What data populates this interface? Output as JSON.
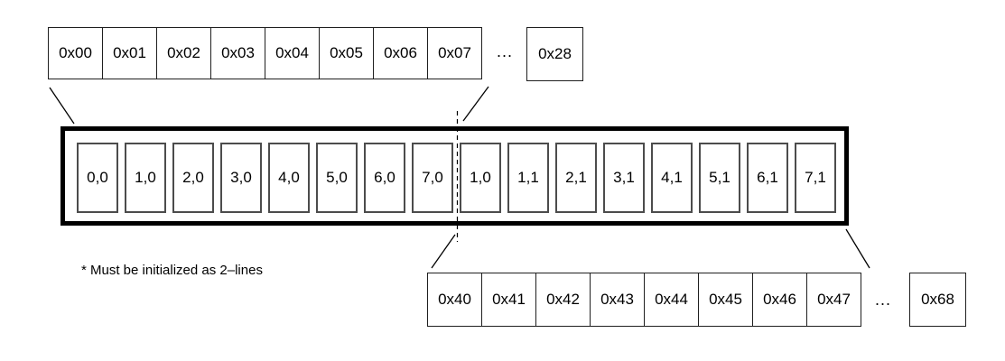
{
  "diagram": {
    "top_row": {
      "cells": [
        "0x00",
        "0x01",
        "0x02",
        "0x03",
        "0x04",
        "0x05",
        "0x06",
        "0x07"
      ],
      "ellipsis": "...",
      "detached_cell": "0x28"
    },
    "main_box": {
      "cells": [
        "0,0",
        "1,0",
        "2,0",
        "3,0",
        "4,0",
        "5,0",
        "6,0",
        "7,0",
        "1,0",
        "1,1",
        "2,1",
        "3,1",
        "4,1",
        "5,1",
        "6,1",
        "7,1"
      ]
    },
    "bottom_row": {
      "cells": [
        "0x40",
        "0x41",
        "0x42",
        "0x43",
        "0x44",
        "0x45",
        "0x46",
        "0x47"
      ],
      "ellipsis": "...",
      "detached_cell": "0x68"
    },
    "note": "* Must be initialized as 2–lines",
    "colors": {
      "line": "#000000",
      "cell_border": "#4c4c4c",
      "background": "#ffffff"
    }
  }
}
